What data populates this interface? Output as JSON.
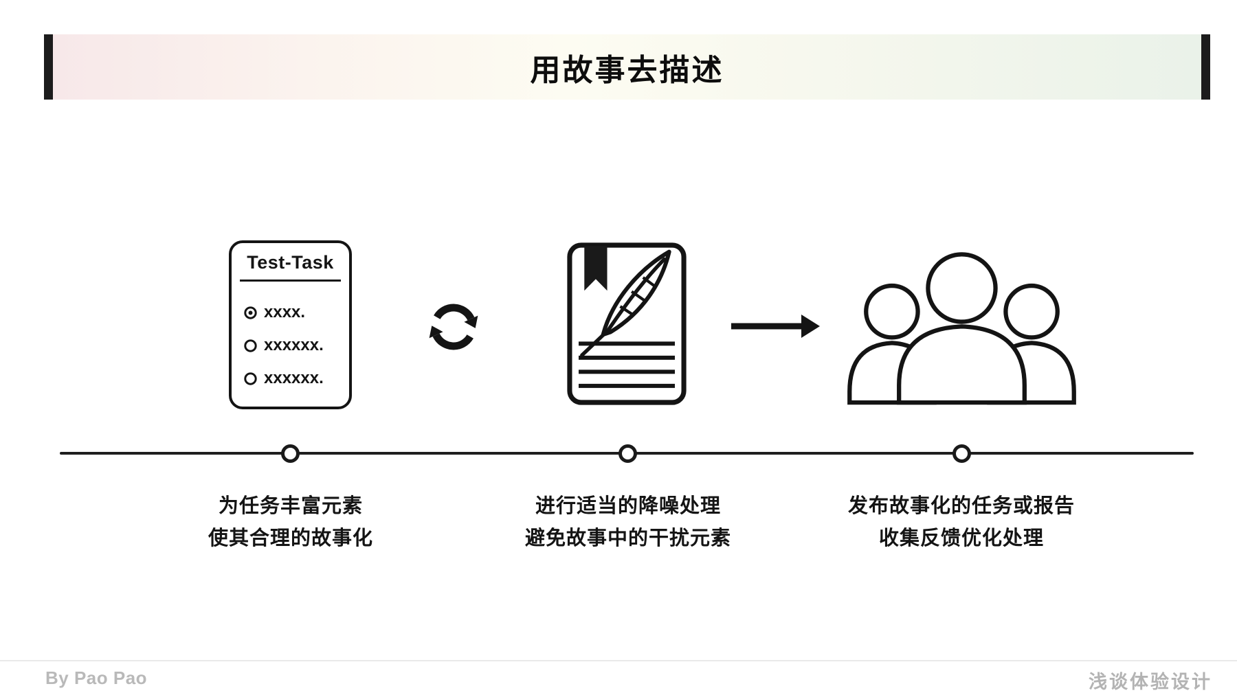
{
  "title": "用故事去描述",
  "steps": [
    {
      "icon": "test-task-card",
      "card": {
        "title": "Test-Task",
        "items": [
          "xxxx.",
          "xxxxxx.",
          "xxxxxx."
        ]
      },
      "caption": [
        "为任务丰富元素",
        "使其合理的故事化"
      ]
    },
    {
      "icon": "document-quill-icon",
      "caption": [
        "进行适当的降噪处理",
        "避免故事中的干扰元素"
      ]
    },
    {
      "icon": "audience-group-icon",
      "caption": [
        "发布故事化的任务或报告",
        "收集反馈优化处理"
      ]
    }
  ],
  "connectors": [
    {
      "icon": "sync-icon"
    },
    {
      "icon": "arrow-right-icon"
    }
  ],
  "footer": {
    "left": "By Pao Pao",
    "right": "浅谈体验设计"
  },
  "colors": {
    "ink": "#141414",
    "banner_bar": "#1c1c1c",
    "banner_gradient_left": "#f7e8e9",
    "banner_gradient_mid": "#fdfcf2",
    "banner_gradient_right": "#eaf2e9",
    "footer_text": "#b9b9b9",
    "footer_line": "#e9e9e9"
  }
}
